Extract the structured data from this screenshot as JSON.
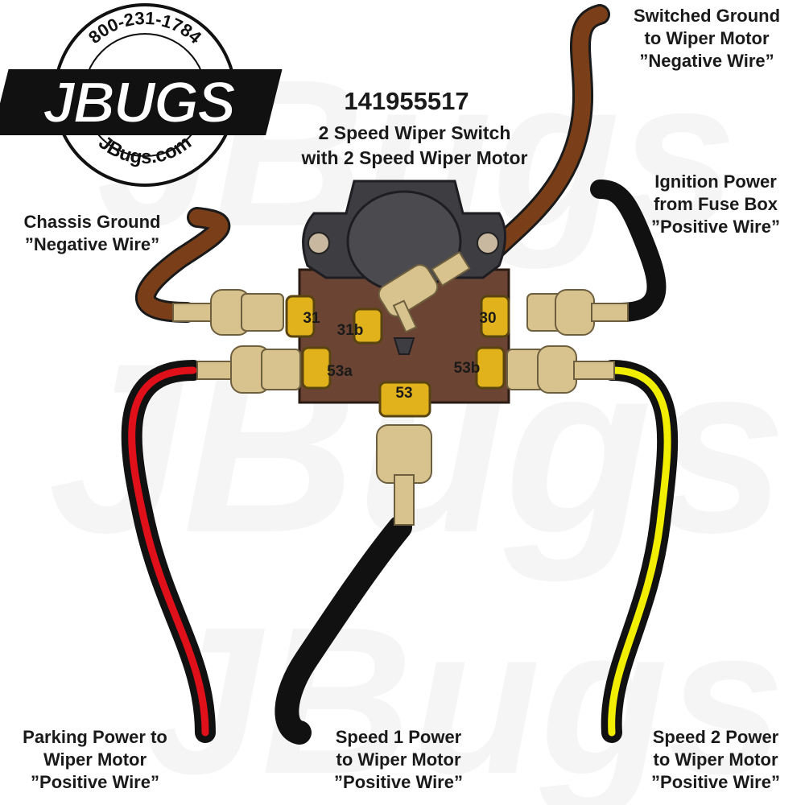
{
  "logo": {
    "phone": "800-231-1784",
    "brand": "JBUGS",
    "site": "JBugs.com",
    "watermark": "JBugs"
  },
  "title": {
    "part_number": "141955517",
    "line1": "2 Speed Wiper Switch",
    "line2": "with 2 Speed Wiper Motor"
  },
  "terminals": {
    "t31": "31",
    "t31b": "31b",
    "t30": "30",
    "t53a": "53a",
    "t53b": "53b",
    "t53": "53"
  },
  "wires": {
    "switched_ground": {
      "line1": "Switched Ground",
      "line2": "to Wiper Motor",
      "line3": "”Negative Wire”",
      "color": "#7a3f18"
    },
    "chassis_ground": {
      "line1": "Chassis Ground",
      "line2": "”Negative Wire”",
      "color": "#7a3f18"
    },
    "ignition_power": {
      "line1": "Ignition Power",
      "line2": "from Fuse Box",
      "line3": "”Positive Wire”",
      "color": "#111111"
    },
    "parking_power": {
      "line1": "Parking Power to",
      "line2": "Wiper Motor",
      "line3": "”Positive Wire”",
      "color": "#e0101a"
    },
    "speed1_power": {
      "line1": "Speed 1 Power",
      "line2": "to Wiper Motor",
      "line3": "”Positive Wire”",
      "color": "#111111"
    },
    "speed2_power": {
      "line1": "Speed 2 Power",
      "line2": "to Wiper Motor",
      "line3": "”Positive Wire”",
      "color": "#f2ee00"
    }
  },
  "colors": {
    "switch_body": "#6b4433",
    "knob": "#3e3e42",
    "terminal_gold": "#e2b21c",
    "connector_tan": "#d8c28e"
  }
}
